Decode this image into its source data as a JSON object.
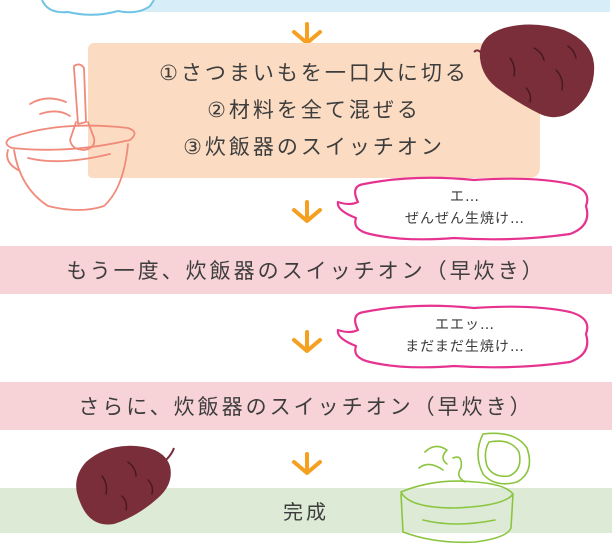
{
  "flow": {
    "steps": [
      "①さつまいもを一口大に切る",
      "②材料を全て混ぜる",
      "③炊飯器のスイッチオン"
    ],
    "retry1": "もう一度、炊飯器のスイッチオン（早炊き）",
    "retry2": "さらに、炊飯器のスイッチオン（早炊き）",
    "done": "完成"
  },
  "bubbles": {
    "first": [
      "エ…",
      "ぜんぜん生焼け…"
    ],
    "second": [
      "エエッ…",
      "まだまだ生焼け…"
    ]
  },
  "colors": {
    "arrow": "#f5a020",
    "bubble_stroke": "#e6338f",
    "top_band": "#d7eef8",
    "steps_band": "#fbdcc2",
    "retry_band": "#f7d3d8",
    "done_band": "#ddebd6",
    "sweet_potato": "#7a2e3a"
  },
  "icons": [
    "sweet-potato-icon",
    "mixing-bowl-icon",
    "rice-cooker-icon",
    "down-arrow-icon",
    "speech-bubble-icon"
  ]
}
